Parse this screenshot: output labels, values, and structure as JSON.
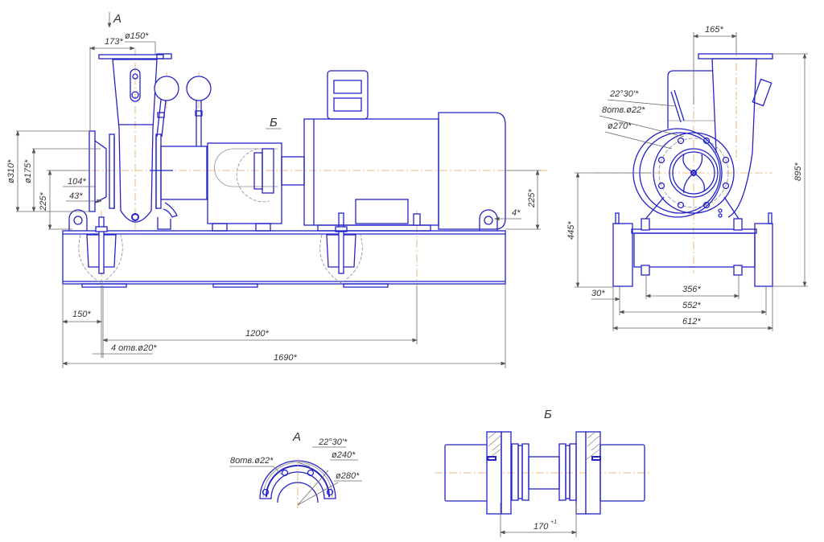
{
  "colors": {
    "drawing": "#2323c8",
    "dimension": "#6a6a6a",
    "centerline": "#e0ab6a"
  },
  "main_view": {
    "view_arrow_label": "А",
    "detail_callout_label": "Б",
    "dims": {
      "inlet_offset": "173*",
      "discharge_dia": "ø150*",
      "flange_dia": "ø310*",
      "bolt_circle_dia": "ø175*",
      "shaft_height_left": "225*",
      "flange_depth_104": "104*",
      "flange_depth_43": "43*",
      "shaft_height_right": "225*",
      "gap_4": "4*",
      "hole_offset": "150*",
      "hole_spacing": "1200*",
      "holes": "4 отв.ø20*",
      "overall_length": "1690*"
    }
  },
  "side_view": {
    "dims": {
      "discharge_offset": "165*",
      "angle": "22°30'*",
      "bolt_holes": "8отв.ø22*",
      "bolt_circle": "ø270*",
      "overall_height": "895*",
      "axis_height": "445*",
      "foot_width": "30*",
      "bolt_spacing": "356*",
      "inner_width": "552*",
      "overall_width": "612*"
    }
  },
  "detail_a": {
    "title": "А",
    "angle": "22°30'*",
    "bolt_holes": "8отв.ø22*",
    "inner_dia": "ø240*",
    "outer_dia": "ø280*"
  },
  "detail_b": {
    "title": "Б",
    "gap": "170",
    "tolerance": "+1"
  }
}
